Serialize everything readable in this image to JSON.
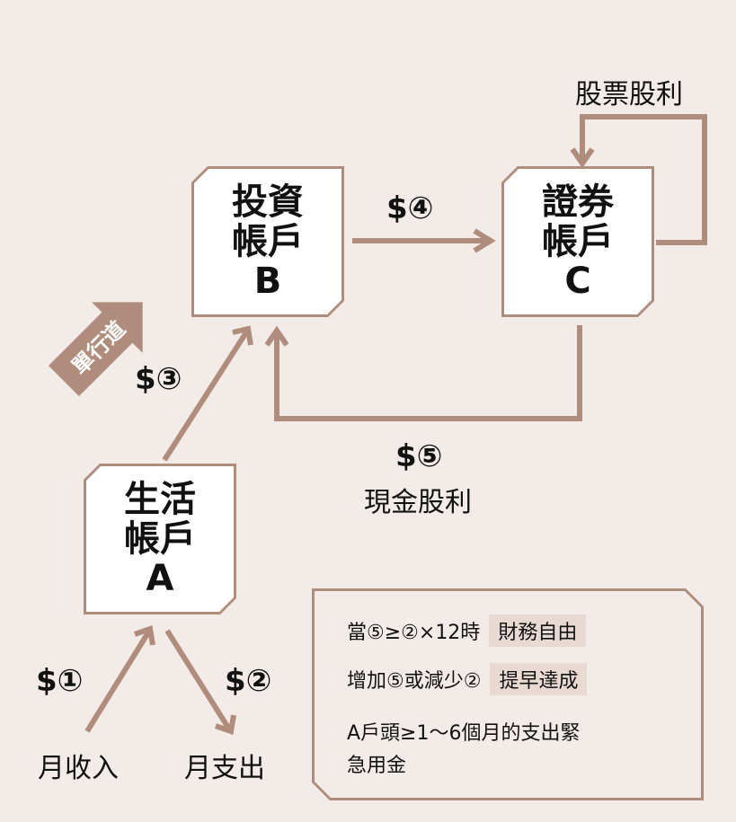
{
  "boxes": {
    "investment": {
      "line1": "投資",
      "line2": "帳戶",
      "line3": "B"
    },
    "securities": {
      "line1": "證券",
      "line2": "帳戶",
      "line3": "C"
    },
    "living": {
      "line1": "生活",
      "line2": "帳戶",
      "line3": "A"
    }
  },
  "labels": {
    "stock_dividend": "股票股利",
    "flow4": "$④",
    "flow3": "$③",
    "flow5": "$⑤",
    "cash_dividend": "現金股利",
    "flow1": "$①",
    "flow2": "$②",
    "monthly_income": "月收入",
    "monthly_expense": "月支出",
    "one_way": "單行道"
  },
  "notes": {
    "line1_text": "當⑤≥②×12時",
    "line1_tag": "財務自由",
    "line2_text": "增加⑤或減少②",
    "line2_tag": "提早達成",
    "line3a": "A戶頭≥1～6個月的支出緊",
    "line3b": "急用金"
  },
  "colors": {
    "background": "#f3ebe7",
    "arrow": "#b08c7c",
    "tag_bg": "#e8d9d2"
  }
}
